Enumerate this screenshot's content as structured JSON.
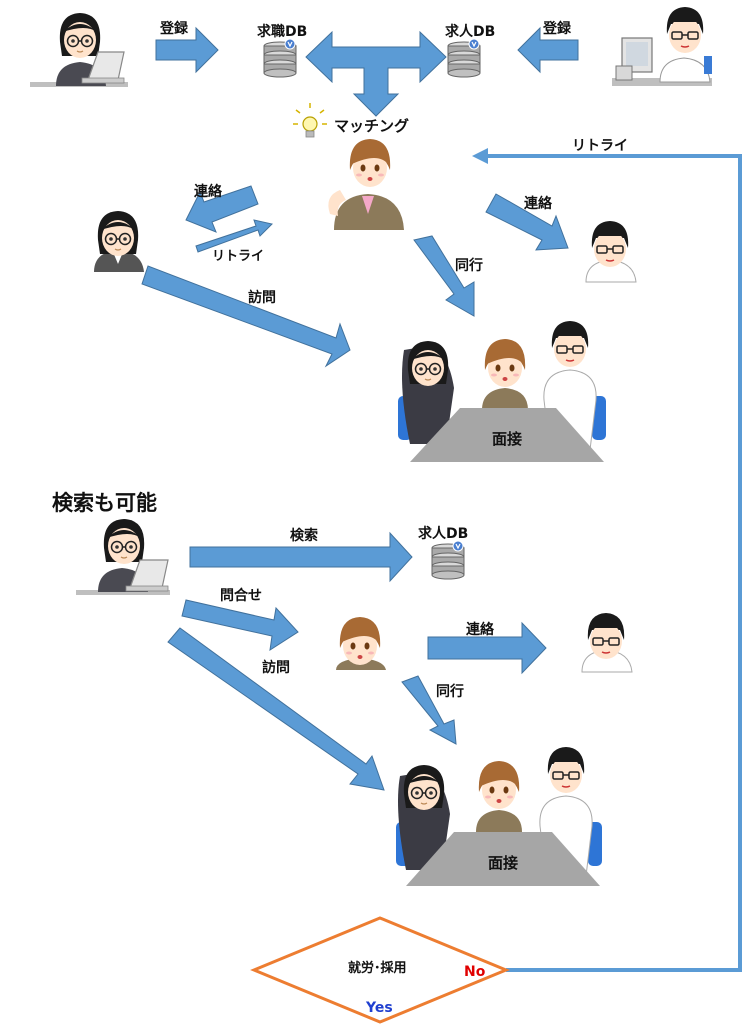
{
  "colors": {
    "arrow_fill": "#5b9bd5",
    "arrow_stroke": "#41719c",
    "flow_line": "#5b9bd5",
    "diamond_stroke": "#ed7d31",
    "no_color": "#e00000",
    "yes_color": "#1f3fd0",
    "table": "#a6a6a6",
    "chair": "#2e75d6"
  },
  "top": {
    "register_left": "登録",
    "register_right": "登録",
    "db_jobseeker": "求職DB",
    "db_jobs": "求人DB",
    "matching": "マッチング",
    "retry_top": "リトライ",
    "contact_left": "連絡",
    "retry_small": "リトライ",
    "contact_right": "連絡",
    "accompany": "同行",
    "visit": "訪問",
    "interview": "面接"
  },
  "bottom": {
    "heading": "検索も可能",
    "search": "検索",
    "db_jobs": "求人DB",
    "inquiry": "問合せ",
    "contact": "連絡",
    "visit": "訪問",
    "accompany": "同行",
    "interview": "面接"
  },
  "decision": {
    "label": "就労･採用",
    "no": "No",
    "yes": "Yes"
  },
  "icons": {
    "db": "database-icon",
    "bulb": "lightbulb-icon"
  }
}
